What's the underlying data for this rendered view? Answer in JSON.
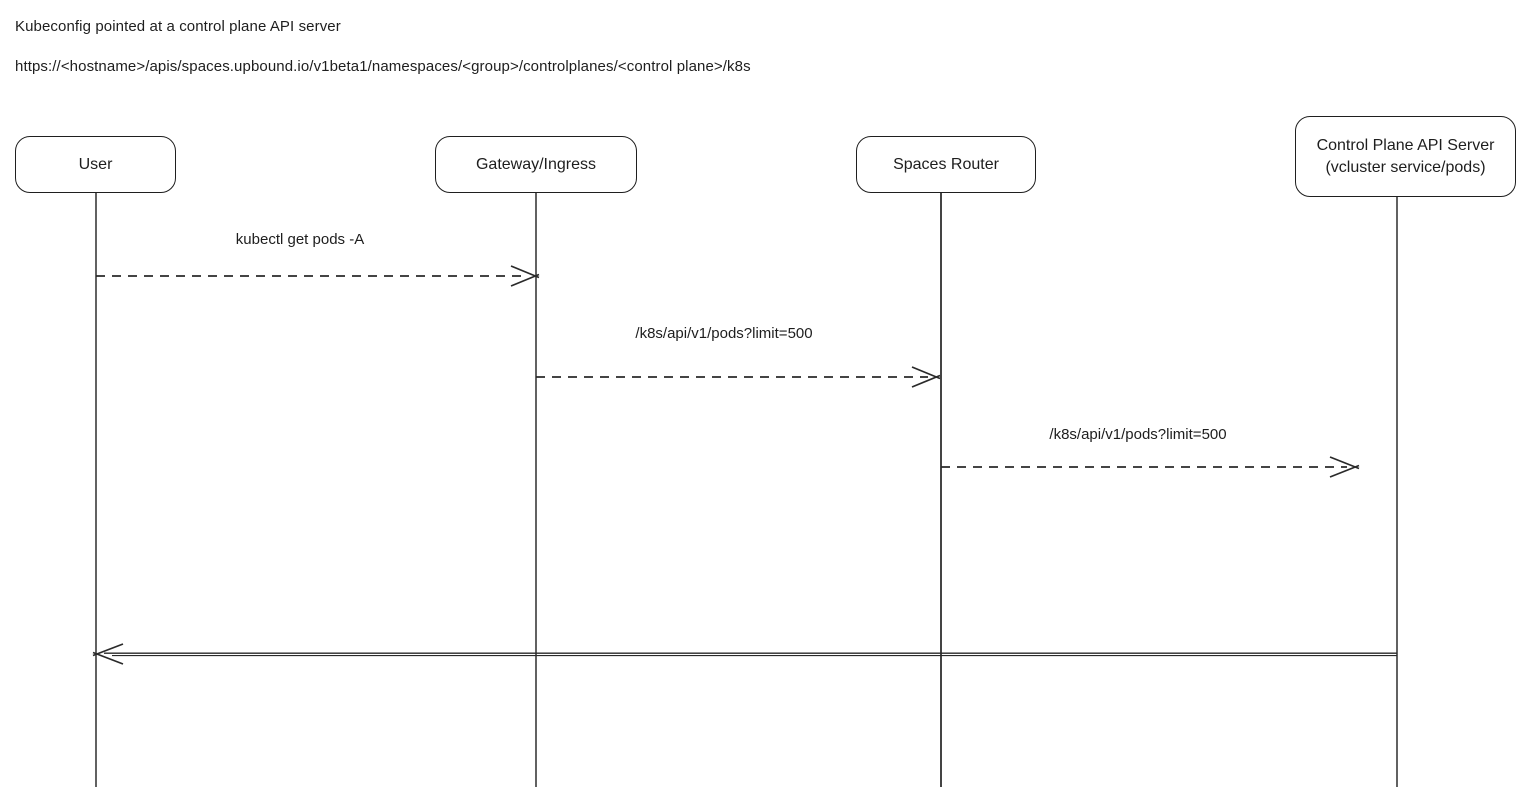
{
  "header": {
    "line1": "Kubeconfig pointed at a control plane API server",
    "line2": "https://<hostname>/apis/spaces.upbound.io/v1beta1/namespaces/<group>/controlplanes/<control plane>/k8s"
  },
  "actors": [
    {
      "id": "user",
      "label": "User"
    },
    {
      "id": "gateway-ingress",
      "label": "Gateway/Ingress"
    },
    {
      "id": "spaces-router",
      "label": "Spaces Router"
    },
    {
      "id": "control-plane-api-server",
      "label": "Control Plane API Server",
      "sublabel": "(vcluster service/pods)"
    }
  ],
  "messages": [
    {
      "label": "kubectl get pods -A",
      "from": "User",
      "to": "Gateway/Ingress",
      "line_style": "dashed",
      "direction": "right"
    },
    {
      "label": "/k8s/api/v1/pods?limit=500",
      "from": "Gateway/Ingress",
      "to": "Spaces Router",
      "line_style": "dashed",
      "direction": "right"
    },
    {
      "label": "/k8s/api/v1/pods?limit=500",
      "from": "Spaces Router",
      "to": "Control Plane API Server",
      "line_style": "dashed",
      "direction": "right"
    },
    {
      "label": "",
      "from": "Control Plane API Server",
      "to": "User",
      "line_style": "solid",
      "direction": "left"
    }
  ],
  "colors": {
    "background": "#ffffff",
    "stroke": "#2a2a2a",
    "lifeline": "#3a3a3a",
    "text": "#1e1e1e"
  }
}
